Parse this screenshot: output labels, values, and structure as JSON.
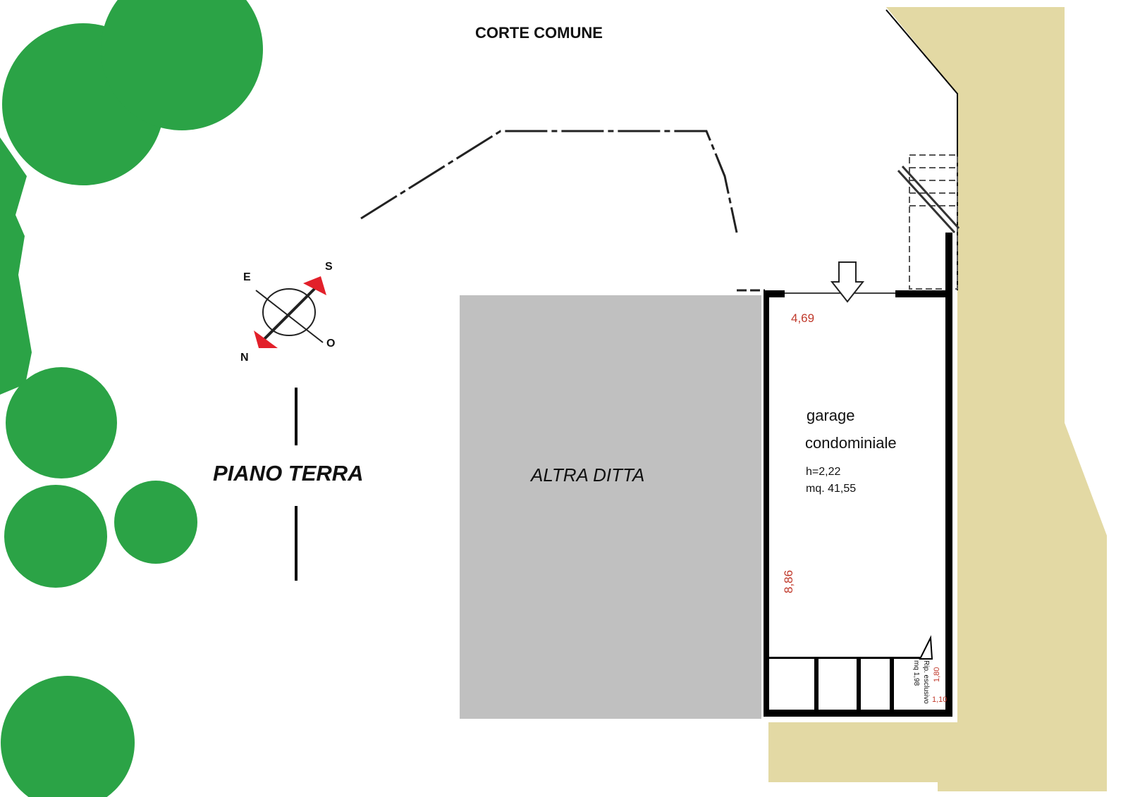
{
  "labels": {
    "court": "CORTE COMUNE",
    "floor": "PIANO TERRA",
    "other_property": "ALTRA DITTA",
    "room_line1": "garage",
    "room_line2": "condominiale",
    "height": "h=2,22",
    "area": "mq. 41,55",
    "closet_line1": "Rip. esclusivo",
    "closet_line2": "mq 1,98"
  },
  "dimensions": {
    "width": "4,69",
    "length": "8,86",
    "closet_depth": "1,80",
    "closet_width": "1,10"
  },
  "compass": {
    "east": "E",
    "south": "S",
    "west": "O",
    "north": "N"
  },
  "colors": {
    "tree": "#2ba346",
    "sand": "#e3d9a4",
    "neighbor": "#c0c0c0",
    "wall": "#000000",
    "dimension": "#c0392b",
    "compass_arrow": "#e2202a"
  }
}
